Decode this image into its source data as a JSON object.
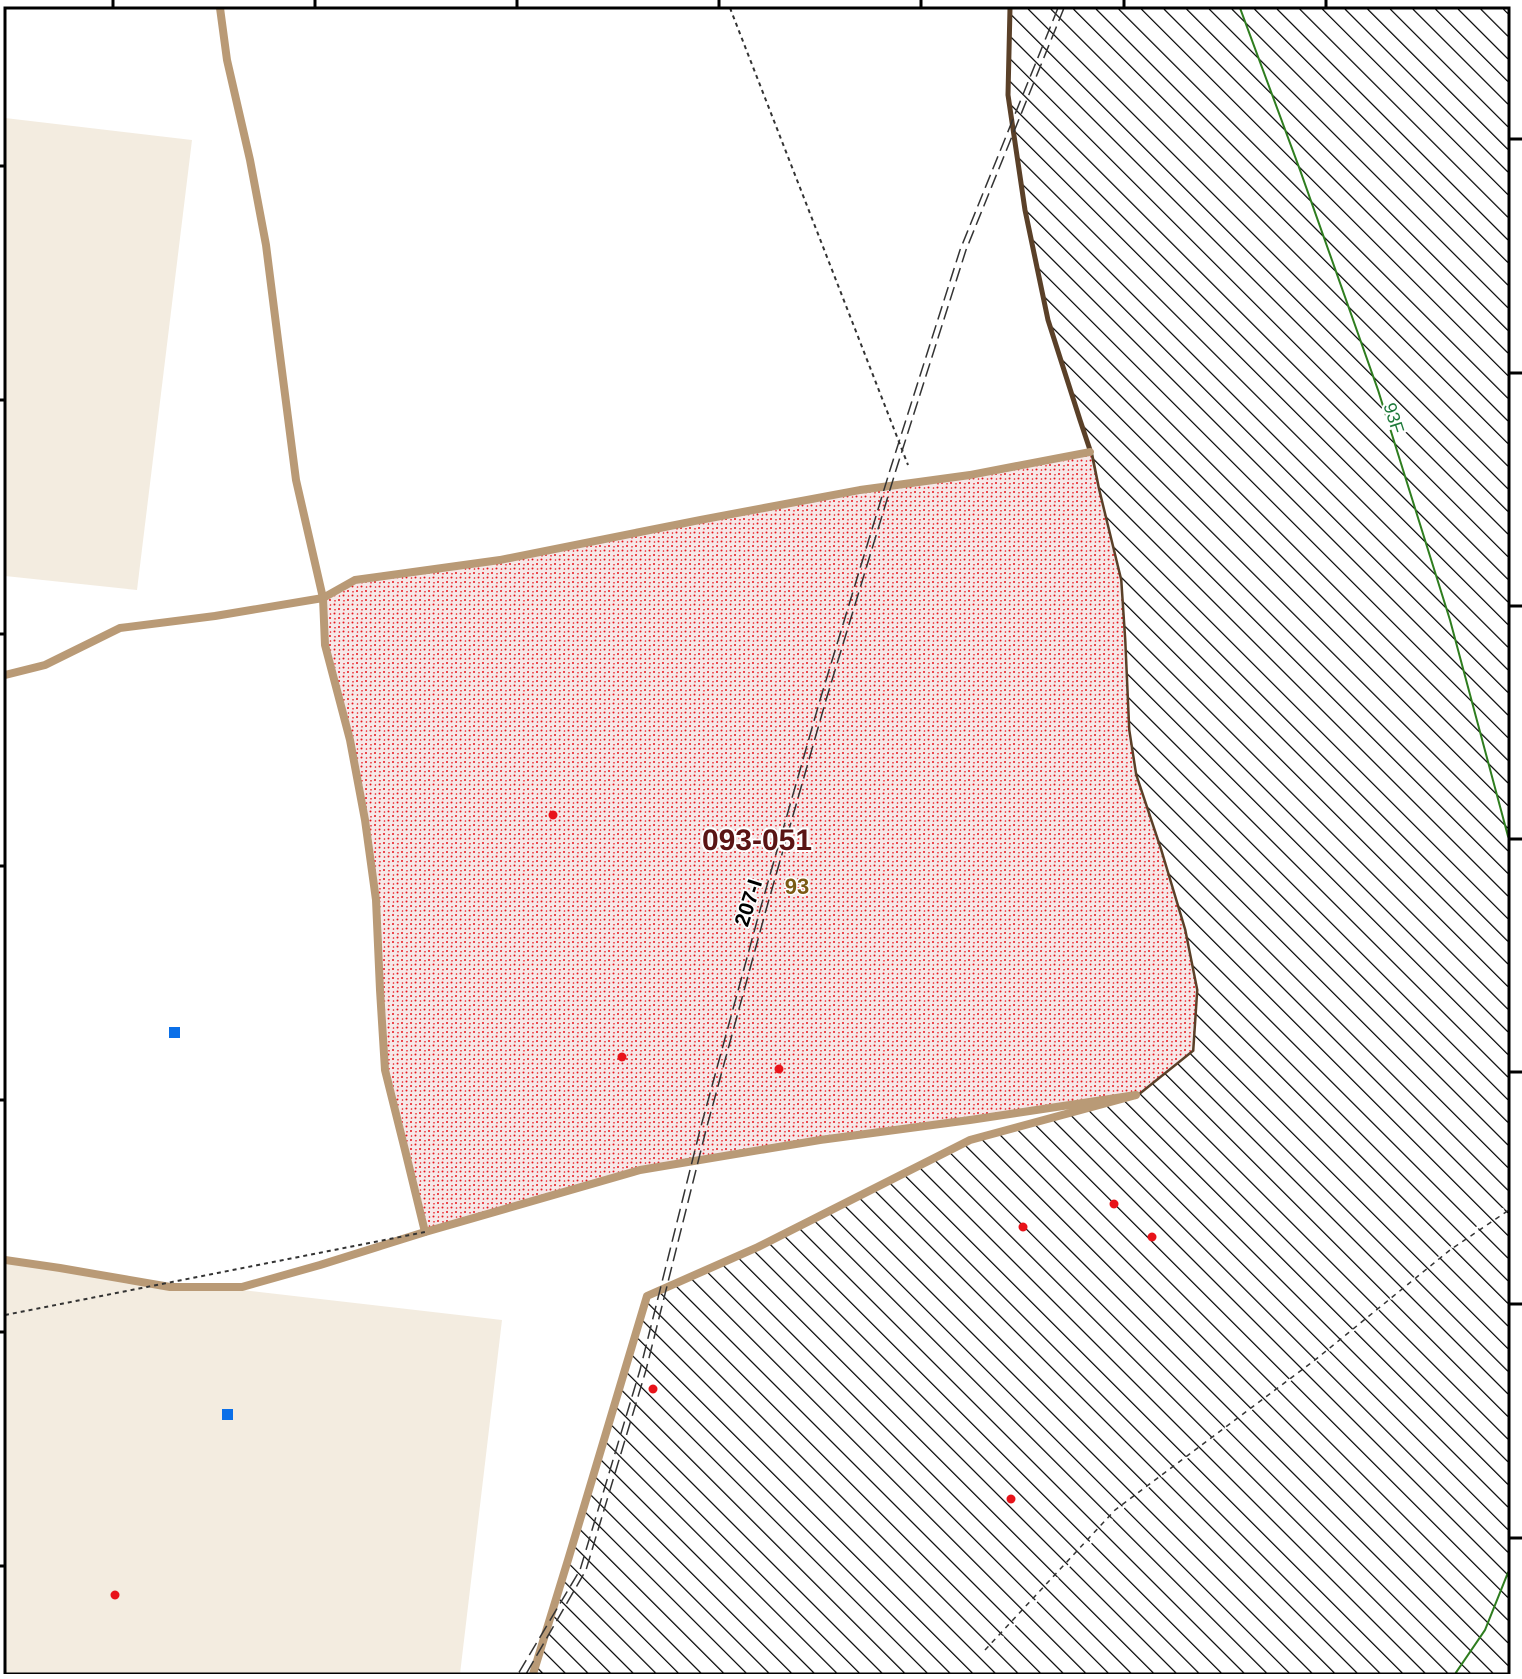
{
  "map": {
    "parcel_label": "093-051",
    "unit_label": "93",
    "road_label": "207-I",
    "grid_label": "93F"
  },
  "colors": {
    "parcel_fill": "#f6e8e8",
    "parcel_stipple": "#e8131a",
    "boundary": "#b99a76",
    "boundary_dark": "#5a4028",
    "beige_area": "#f3ece0",
    "hatch": "#000000",
    "grid_line": "#2e7d1e",
    "grid_label_text": "#1e7a3a",
    "point": "#e8131a",
    "square_marker": "#0a6fe8",
    "unit_label_text": "#7a5a14"
  }
}
